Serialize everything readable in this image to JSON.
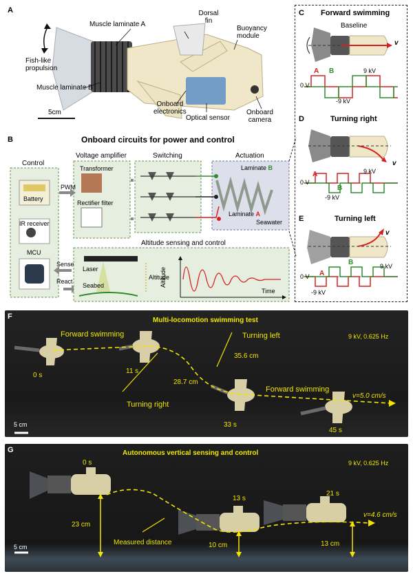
{
  "panel_a": {
    "letter": "A",
    "labels": {
      "muscle_a": "Muscle laminate A",
      "dorsal": [
        "Dorsal",
        "fin"
      ],
      "buoyancy": [
        "Buoyancy",
        "module"
      ],
      "fishlike": [
        "Fish-like",
        "propulsion"
      ],
      "muscle_b": "Muscle laminate B",
      "electronics": [
        "Onboard",
        "electronics"
      ],
      "optical": "Optical sensor",
      "camera": [
        "Onboard",
        "camera"
      ],
      "scale": "5cm"
    }
  },
  "panel_b": {
    "letter": "B",
    "title": "Onboard circuits for power and control",
    "control": "Control",
    "battery": "Battery",
    "ir": "IR receiver",
    "mcu": "MCU",
    "pwm": "PWM",
    "sense": "Sense",
    "react": "React",
    "amplifier": "Voltage amplifier",
    "transformer": "Transformer",
    "rectifier": "Rectifier filter",
    "switching": "Switching",
    "actuation": "Actuation",
    "laminate_b_prefix": "Laminate ",
    "laminate_b_letter": "B",
    "laminate_a_prefix": "Laminate ",
    "laminate_a_letter": "A",
    "seawater": "Seawater",
    "altitude_title": "Altitude sensing  and  control",
    "laser": "Laser",
    "seabed": "Seabed",
    "altitude": "Altitude",
    "y_axis": "Altitude",
    "x_axis": "Time"
  },
  "panel_c": {
    "letter": "C",
    "title": "Forward  swimming",
    "baseline": "Baseline",
    "v": "v",
    "a": "A",
    "b": "B",
    "zero": "0 V",
    "pos": "9 kV",
    "neg": "-9 kV"
  },
  "panel_d": {
    "letter": "D",
    "title": "Turning right",
    "v": "v",
    "a": "A",
    "b": "B",
    "zero": "0 V",
    "pos": "9 kV",
    "neg": "-9 kV"
  },
  "panel_e": {
    "letter": "E",
    "title": "Turning left",
    "v": "v",
    "a": "A",
    "b": "B",
    "zero": "0 V",
    "pos": "9 kV",
    "neg": "-9 kV"
  },
  "panel_f": {
    "letter": "F",
    "title": "Multi-locomotion swimming test",
    "params": "9 kV, 0.625 Hz",
    "forward1": "Forward swimming",
    "turning_left": "Turning left",
    "turning_right": "Turning right",
    "forward2": "Forward swimming",
    "d1": "28.7 cm",
    "d2": "35.6 cm",
    "t0": "0 s",
    "t1": "11 s",
    "t2": "33 s",
    "t3": "45 s",
    "speed": "v=5.0 cm/s",
    "scale": "5 cm"
  },
  "panel_g": {
    "letter": "G",
    "title": "Autonomous vertical sensing and control",
    "params": "9 kV, 0.625 Hz",
    "t0": "0 s",
    "t1": "13 s",
    "t2": "21 s",
    "h1": "23 cm",
    "h2": "10 cm",
    "h3": "13 cm",
    "measured": "Measured distance",
    "speed": "v=4.6 cm/s",
    "scale": "5 cm"
  },
  "colors": {
    "red": "#d42020",
    "green": "#2e8b2e",
    "yellow": "#f2e600",
    "panel_green": "#e6efdf"
  }
}
